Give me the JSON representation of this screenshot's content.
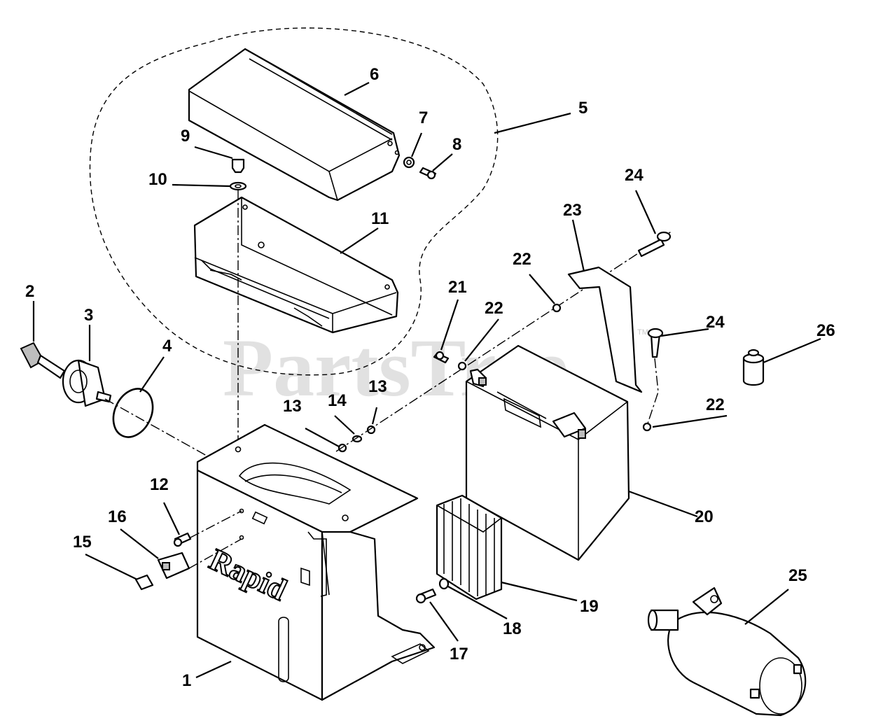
{
  "watermark": {
    "text": "PartsTree",
    "trademark": "TM"
  },
  "brand_mark": "Rapid",
  "colors": {
    "line": "#000000",
    "watermark": "#c9c9c9",
    "background": "#ffffff"
  },
  "callouts": [
    {
      "id": "c1",
      "label": "1"
    },
    {
      "id": "c2",
      "label": "2"
    },
    {
      "id": "c3",
      "label": "3"
    },
    {
      "id": "c4",
      "label": "4"
    },
    {
      "id": "c5",
      "label": "5"
    },
    {
      "id": "c6",
      "label": "6"
    },
    {
      "id": "c7",
      "label": "7"
    },
    {
      "id": "c8",
      "label": "8"
    },
    {
      "id": "c9",
      "label": "9"
    },
    {
      "id": "c10",
      "label": "10"
    },
    {
      "id": "c11",
      "label": "11"
    },
    {
      "id": "c12",
      "label": "12"
    },
    {
      "id": "c13a",
      "label": "13"
    },
    {
      "id": "c13b",
      "label": "13"
    },
    {
      "id": "c14",
      "label": "14"
    },
    {
      "id": "c15",
      "label": "15"
    },
    {
      "id": "c16",
      "label": "16"
    },
    {
      "id": "c17",
      "label": "17"
    },
    {
      "id": "c18",
      "label": "18"
    },
    {
      "id": "c19",
      "label": "19"
    },
    {
      "id": "c20",
      "label": "20"
    },
    {
      "id": "c21",
      "label": "21"
    },
    {
      "id": "c22a",
      "label": "22"
    },
    {
      "id": "c22b",
      "label": "22"
    },
    {
      "id": "c22c",
      "label": "22"
    },
    {
      "id": "c23",
      "label": "23"
    },
    {
      "id": "c24a",
      "label": "24"
    },
    {
      "id": "c24b",
      "label": "24"
    },
    {
      "id": "c25",
      "label": "25"
    },
    {
      "id": "c26",
      "label": "26"
    }
  ]
}
